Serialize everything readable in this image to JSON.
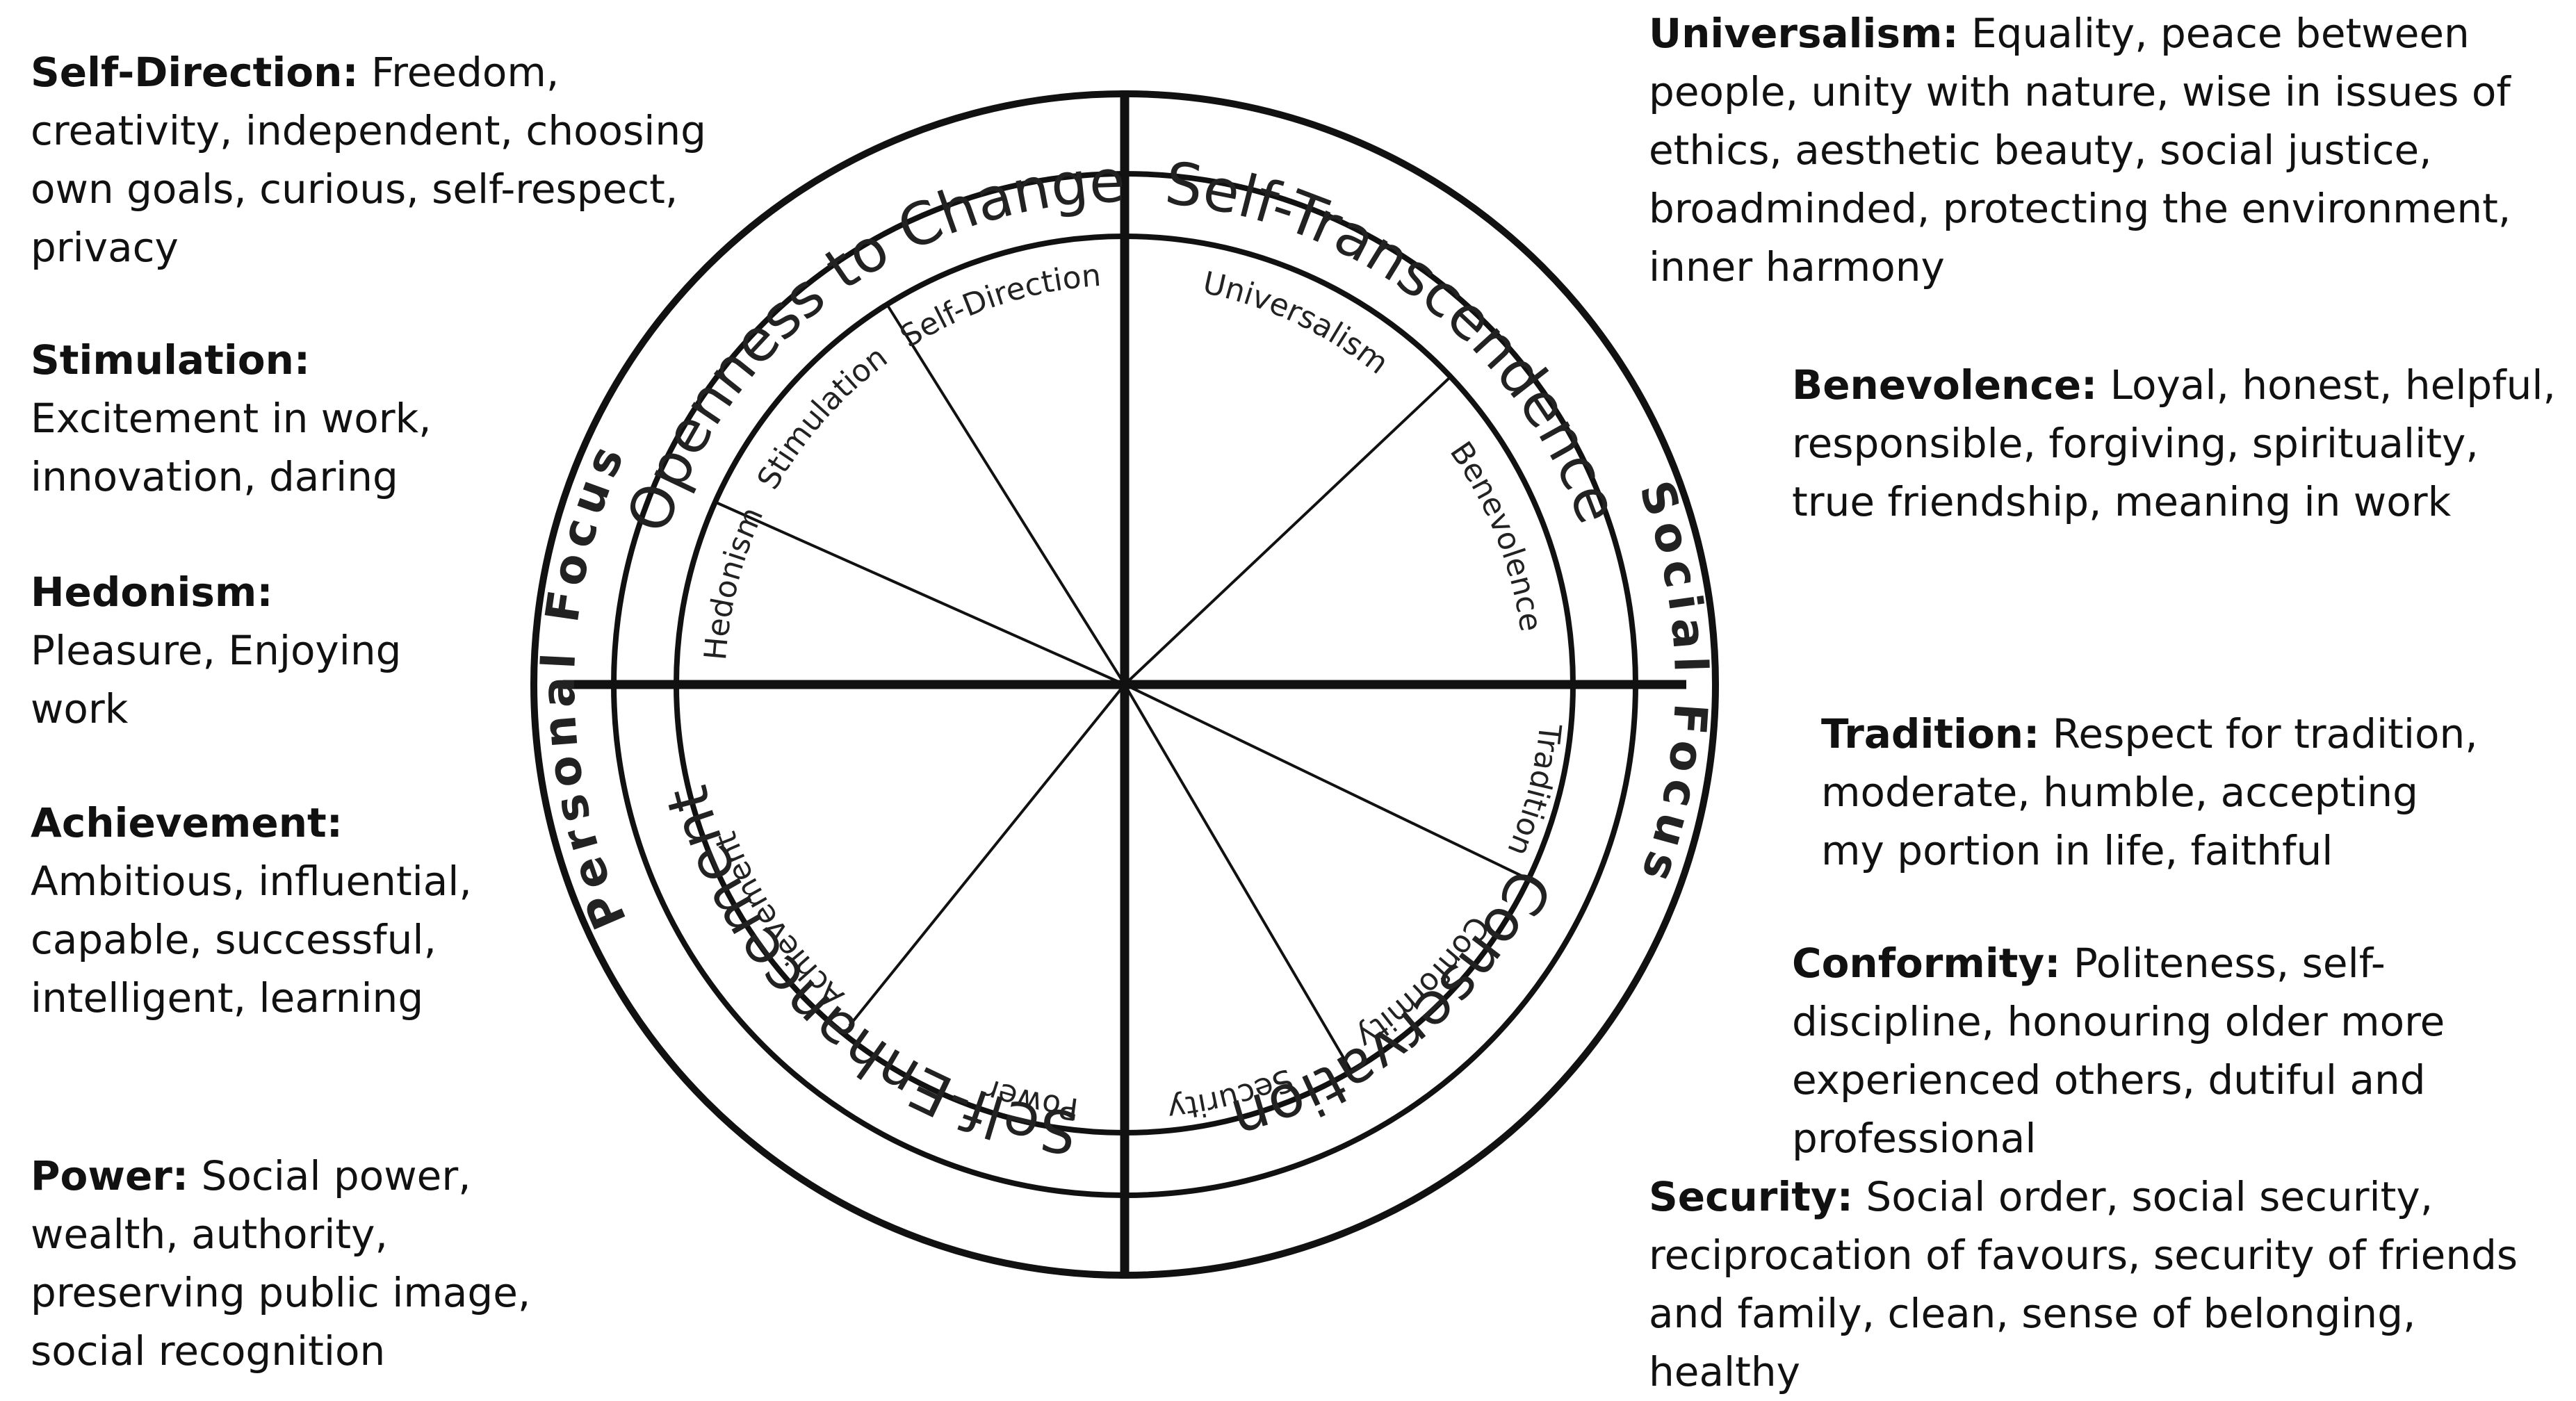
{
  "descriptions": {
    "self_direction": {
      "label": "Self-Direction:",
      "text": " Freedom, creativity, independent, choosing own goals, curious, self-respect, privacy"
    },
    "stimulation": {
      "label": "Stimulation:",
      "text": " Excitement in work, innovation, daring"
    },
    "hedonism": {
      "label": "Hedonism:",
      "text": " Pleasure, Enjoying work"
    },
    "achievement": {
      "label": "Achievement:",
      "text": " Ambitious, influential, capable, successful, intelligent, learning"
    },
    "power": {
      "label": "Power:",
      "text": " Social power, wealth, authority, preserving public image, social recognition"
    },
    "universalism": {
      "label": "Universalism:",
      "text": " Equality, peace between people, unity with nature, wise in issues of ethics, aesthetic beauty, social justice, broadminded, protecting the environment, inner harmony"
    },
    "benevolence": {
      "label": "Benevolence:",
      "text": " Loyal, honest, helpful, responsible, forgiving, spirituality, true friendship, meaning in work"
    },
    "tradition": {
      "label": "Tradition:",
      "text": " Respect for tradition, moderate, humble, accepting my portion in life, faithful"
    },
    "conformity": {
      "label": "Conformity:",
      "text": " Politeness, self-discipline, honouring older more experienced others, dutiful and professional"
    },
    "security": {
      "label": "Security:",
      "text": " Social order, social security, reciprocation of favours, security of friends and family, clean, sense of belonging, healthy"
    }
  },
  "wheel": {
    "focus": {
      "personal": "Personal Focus",
      "social": "Social Focus"
    },
    "higher_order": {
      "openness": "Openness to Change",
      "self_transcendence": "Self-Transcendence",
      "self_enhancement": "Self-Enhancement",
      "conservation": "Conservation"
    },
    "values": {
      "self_direction": "Self-Direction",
      "stimulation": "Stimulation",
      "hedonism": "Hedonism",
      "universalism": "Universalism",
      "benevolence": "Benevolence",
      "tradition": "Tradition",
      "conformity": "Conformity",
      "security": "Security",
      "power": "Power",
      "achievement": "Achievement"
    }
  }
}
